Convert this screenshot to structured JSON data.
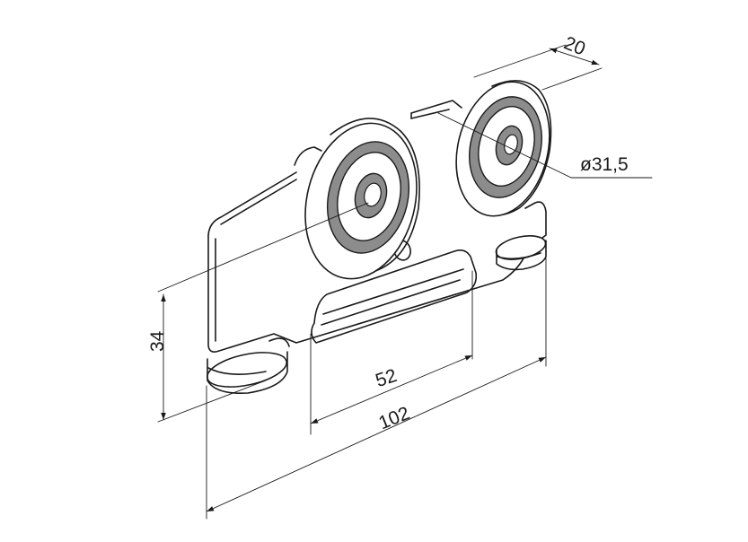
{
  "dimensions": {
    "width_top": "20",
    "wheel_diameter": "ø31,5",
    "height": "34",
    "slot_length": "52",
    "total_length": "102"
  },
  "colors": {
    "line": "#1a1a1a",
    "bearing": "#8c8c8c",
    "background": "#ffffff"
  }
}
